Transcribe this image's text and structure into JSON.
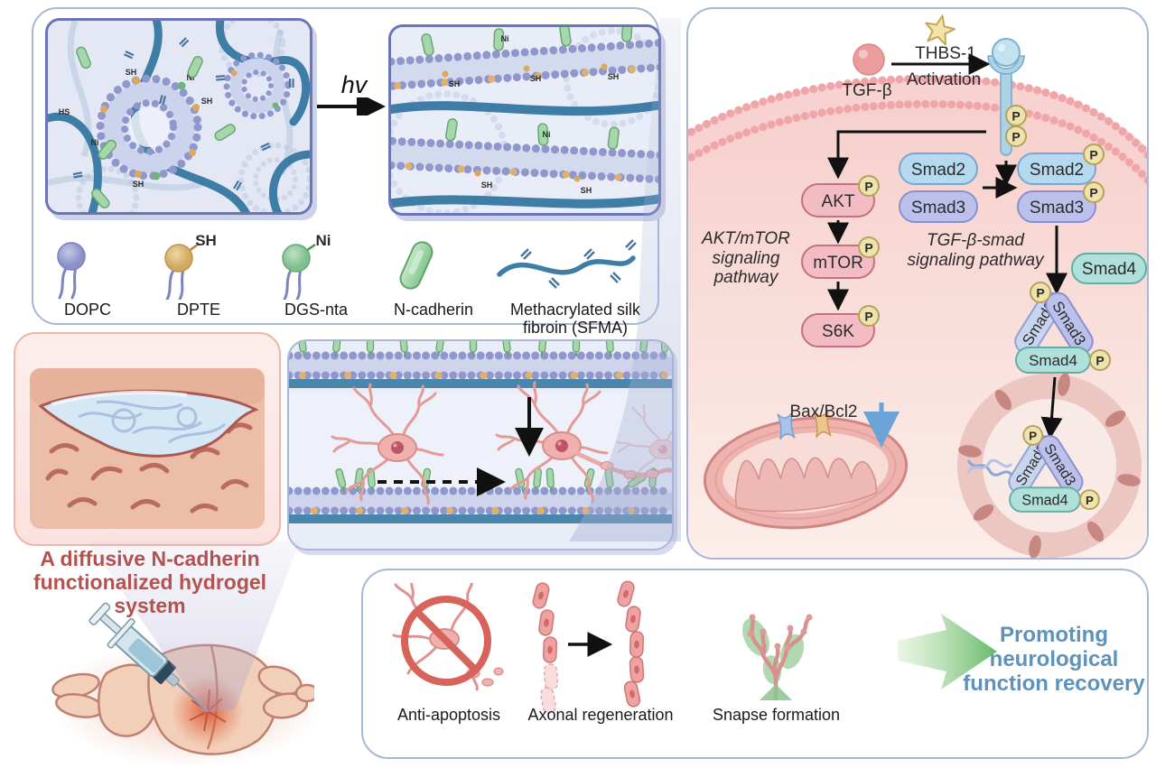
{
  "panel_hydrogel": {
    "hv_label": "hv",
    "stud_labels": {
      "sh": "SH",
      "ni": "Ni",
      "hs": "HS"
    },
    "legend": [
      {
        "name": "DOPC"
      },
      {
        "name": "DPTE",
        "tag": "SH"
      },
      {
        "name": "DGS-nta",
        "tag": "Ni"
      },
      {
        "name": "N-cadherin"
      },
      {
        "name": "Methacrylated silk fibroin (SFMA)"
      }
    ]
  },
  "title": {
    "line1": "A diffusive N-cadherin",
    "line2": "functionalized hydrogel system"
  },
  "pathway": {
    "tgfb": "TGF-β",
    "thbs1": "THBS-1",
    "activation": "Activation",
    "p": "P",
    "akt": "AKT",
    "mtor": "mTOR",
    "s6k": "S6K",
    "akt_pathway_lines": [
      "AKT/mTOR",
      "signaling",
      "pathway"
    ],
    "smad_pathway_lines": [
      "TGF-β-smad",
      "signaling pathway"
    ],
    "smad2": "Smad2",
    "smad3": "Smad3",
    "smad4": "Smad4",
    "bax_bcl2": "Bax/Bcl2"
  },
  "outcome": {
    "anti_apoptosis": "Anti-apoptosis",
    "axonal_regeneration": "Axonal regeneration",
    "snapse_formation": "Snapse formation",
    "result_lines": [
      "Promoting",
      "neurological",
      "function recovery"
    ]
  },
  "colors": {
    "fiber_blue": "#3e7da6",
    "membrane_purple": "#9098cc",
    "cadherin_green": "#8fcf9a",
    "pathway_pink": "#f2b8c0",
    "smad2_blue": "#b5d9ee",
    "smad3_purple": "#bcc1ec",
    "smad4_teal": "#b0e0da",
    "phospho_badge": "#efe3ad",
    "title_red": "#b3524e",
    "result_blue": "#5d92bc"
  }
}
